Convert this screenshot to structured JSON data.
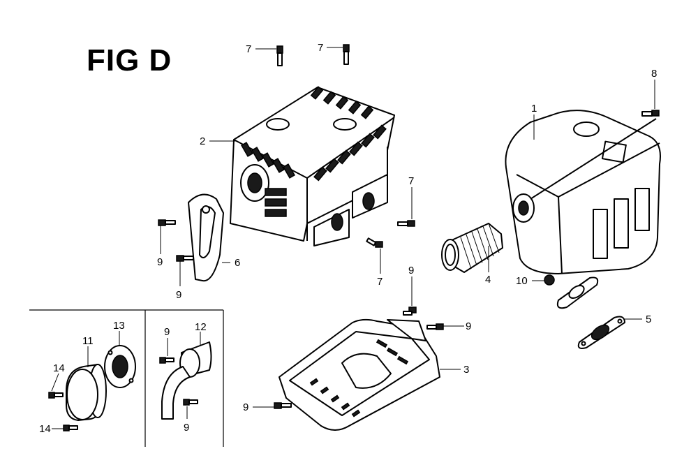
{
  "figure": {
    "title": "FIG D"
  },
  "callouts": [
    {
      "id": "c7a",
      "text": "7"
    },
    {
      "id": "c7b",
      "text": "7"
    },
    {
      "id": "c8",
      "text": "8"
    },
    {
      "id": "c1",
      "text": "1"
    },
    {
      "id": "c2",
      "text": "2"
    },
    {
      "id": "c7c",
      "text": "7"
    },
    {
      "id": "c9a",
      "text": "9"
    },
    {
      "id": "c6",
      "text": "6"
    },
    {
      "id": "c9b",
      "text": "9"
    },
    {
      "id": "c7d",
      "text": "7"
    },
    {
      "id": "c4",
      "text": "4"
    },
    {
      "id": "c10",
      "text": "10"
    },
    {
      "id": "c9c",
      "text": "9"
    },
    {
      "id": "c9d",
      "text": "9"
    },
    {
      "id": "c5",
      "text": "5"
    },
    {
      "id": "c3",
      "text": "3"
    },
    {
      "id": "c9e",
      "text": "9"
    },
    {
      "id": "c13",
      "text": "13"
    },
    {
      "id": "c11",
      "text": "11"
    },
    {
      "id": "c14a",
      "text": "14"
    },
    {
      "id": "c14b",
      "text": "14"
    },
    {
      "id": "c9f",
      "text": "9"
    },
    {
      "id": "c12",
      "text": "12"
    },
    {
      "id": "c9g",
      "text": "9"
    }
  ]
}
